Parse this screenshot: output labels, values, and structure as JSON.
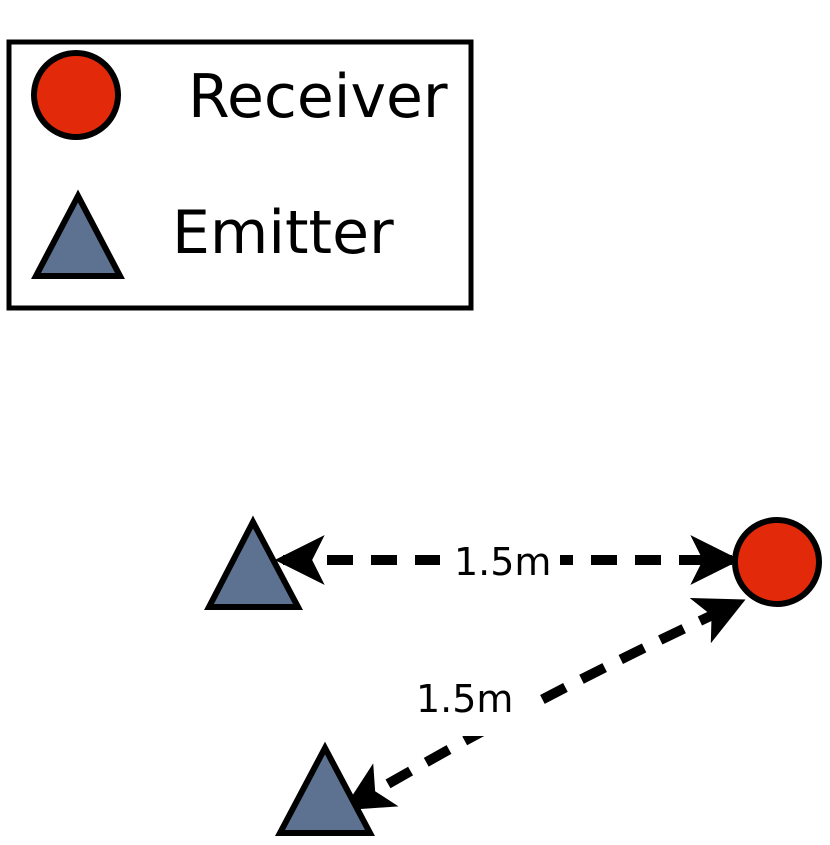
{
  "legend": {
    "receiver_label": "Receiver",
    "emitter_label": "Emitter"
  },
  "distances": {
    "top_label": "1.5m",
    "bottom_label": "1.5m"
  },
  "colors": {
    "receiver_fill": "#e22a0a",
    "emitter_fill": "#5d7290",
    "stroke": "#000000"
  }
}
